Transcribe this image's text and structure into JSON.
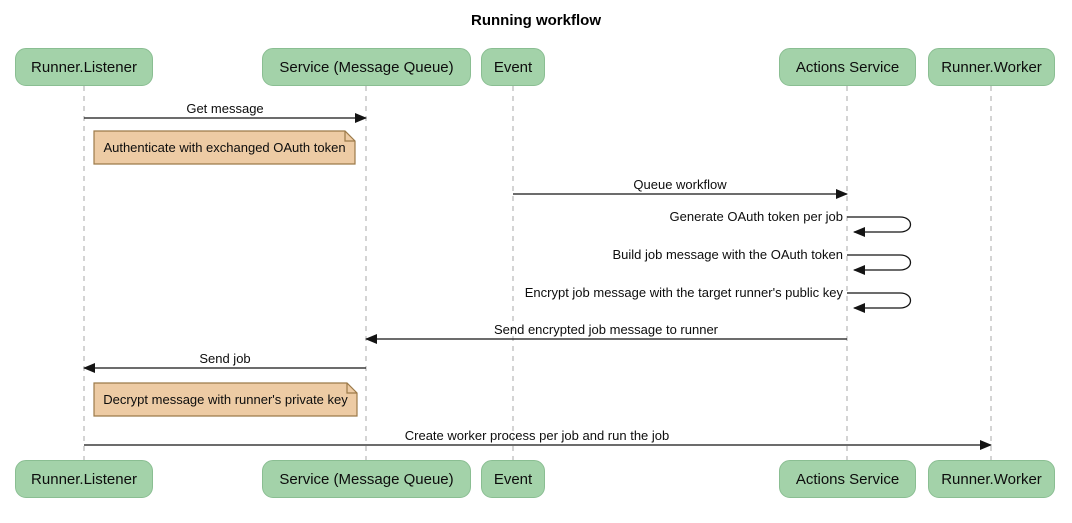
{
  "title": "Running workflow",
  "actors": [
    {
      "id": "runner-listener",
      "label": "Runner.Listener"
    },
    {
      "id": "service-message-queue",
      "label": "Service (Message Queue)"
    },
    {
      "id": "event",
      "label": "Event"
    },
    {
      "id": "actions-service",
      "label": "Actions Service"
    },
    {
      "id": "runner-worker",
      "label": "Runner.Worker"
    }
  ],
  "messages": [
    {
      "from": "Runner.Listener",
      "to": "Service (Message Queue)",
      "label": "Get message"
    },
    {
      "from": "Event",
      "to": "Actions Service",
      "label": "Queue workflow"
    },
    {
      "from": "Actions Service",
      "to": "Actions Service",
      "label": "Generate OAuth token per job"
    },
    {
      "from": "Actions Service",
      "to": "Actions Service",
      "label": "Build job message with the OAuth token"
    },
    {
      "from": "Actions Service",
      "to": "Actions Service",
      "label": "Encrypt job message with the target runner's public key"
    },
    {
      "from": "Actions Service",
      "to": "Service (Message Queue)",
      "label": "Send encrypted job message to runner"
    },
    {
      "from": "Service (Message Queue)",
      "to": "Runner.Listener",
      "label": "Send job"
    },
    {
      "from": "Runner.Listener",
      "to": "Runner.Worker",
      "label": "Create worker process per job and run the job"
    }
  ],
  "notes": [
    {
      "near": "Runner.Listener",
      "label": "Authenticate with exchanged OAuth token"
    },
    {
      "near": "Runner.Listener",
      "label": "Decrypt message with runner's private key"
    }
  ],
  "colors": {
    "actor_fill": "#a3d2a9",
    "actor_border": "#8abe92",
    "note_fill": "#edcba4",
    "note_border": "#9c7a49",
    "lifeline": "#a9a9a9",
    "arrow": "#141414",
    "text": "#0d0d0d",
    "background": "#ffffff"
  }
}
